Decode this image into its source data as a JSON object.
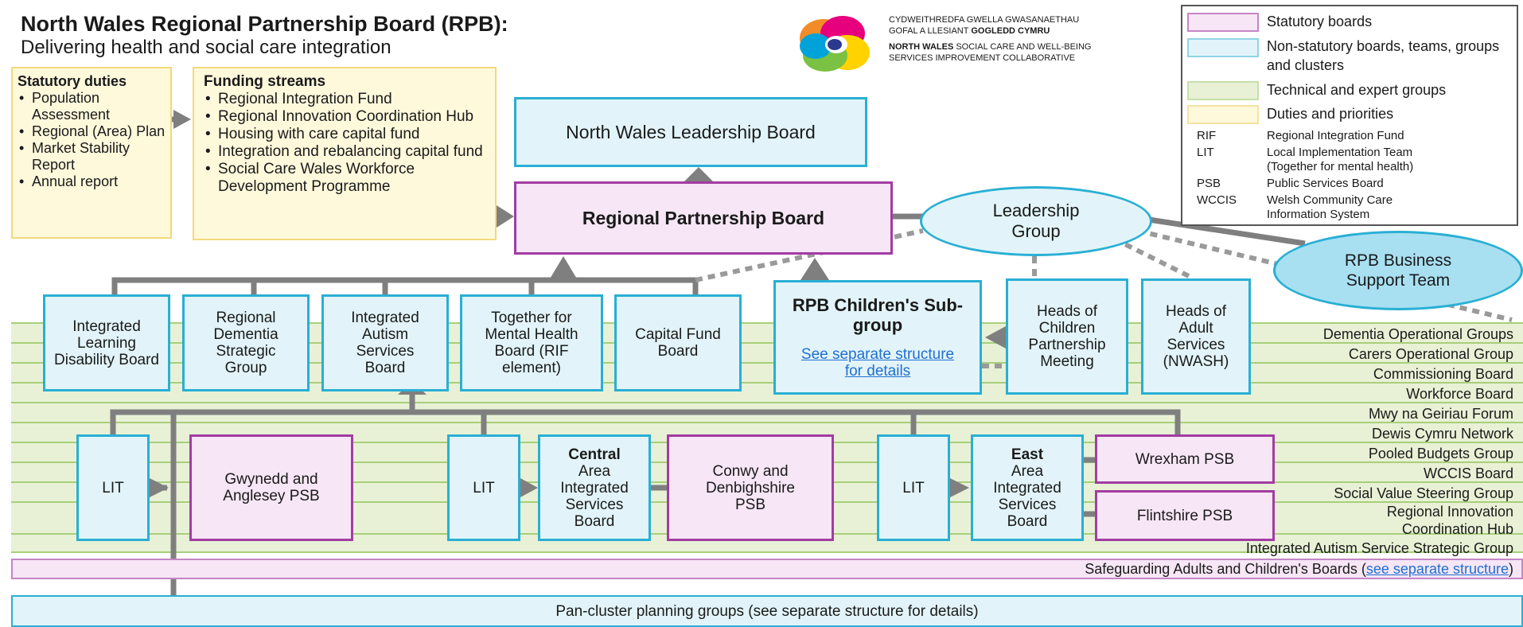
{
  "title": {
    "line1": "North Wales Regional Partnership Board (RPB):",
    "line2": "Delivering health and social care integration"
  },
  "logo": {
    "line1a": "CYDWEITHREDFA GWELLA GWASANAETHAU",
    "line1b": "GOFAL A LLESIANT",
    "line1c": "GOGLEDD CYMRU",
    "line2a": "NORTH WALES",
    "line2b": "SOCIAL CARE AND WELL-BEING",
    "line2c": "SERVICES IMPROVEMENT COLLABORATIVE"
  },
  "statutory_duties": {
    "heading": "Statutory duties",
    "items": [
      "Population Assessment",
      "Regional (Area) Plan",
      "Market Stability Report",
      "Annual report"
    ]
  },
  "funding_streams": {
    "heading": "Funding streams",
    "items": [
      "Regional Integration Fund",
      "Regional Innovation Coordination Hub",
      "Housing with care capital fund",
      "Integration and rebalancing capital fund",
      "Social Care Wales Workforce Development Programme"
    ]
  },
  "boards": {
    "leadership": "North Wales Leadership Board",
    "rpb": "Regional Partnership Board",
    "leadership_group": "Leadership Group",
    "business_support": "RPB Business Support Team",
    "children_subgroup_title": "RPB Children's Sub-group",
    "children_subgroup_link": "See separate structure for details",
    "heads_children": "Heads of Children Partnership Meeting",
    "heads_adult": "Heads of Adult Services (NWASH)",
    "ild": "Integrated Learning Disability Board",
    "dementia": "Regional Dementia Strategic Group",
    "autism": "Integrated Autism Services Board",
    "mental_health": "Together for Mental Health Board (RIF element)",
    "capital": "Capital Fund Board"
  },
  "areas": {
    "lit": "LIT",
    "gwynedd": "Gwynedd and Anglesey PSB",
    "central_bold": "Central",
    "central_rest": "Area Integrated Services Board",
    "conwy": "Conwy and Denbighshire PSB",
    "east_bold": "East",
    "east_rest": "Area Integrated Services Board",
    "wrexham": "Wrexham PSB",
    "flintshire": "Flintshire PSB"
  },
  "groups": [
    "Dementia Operational Groups",
    "Carers Operational Group",
    "Commissioning Board",
    "Workforce Board",
    "Mwy na Geiriau Forum",
    "Dewis Cymru Network",
    "Pooled Budgets Group",
    "WCCIS Board",
    "Social Value Steering Group",
    "Regional Innovation Coordination Hub",
    "Integrated Autism Service Strategic Group"
  ],
  "safeguarding": {
    "text": "Safeguarding Adults and Children's Boards (",
    "link": "see separate structure",
    "close": ")"
  },
  "pan_cluster": "Pan-cluster planning groups (see separate structure for details)",
  "legend": {
    "items": [
      {
        "label": "Statutory boards",
        "color": "#f6e6f6",
        "border": "#a23ca2"
      },
      {
        "label": "Non-statutory boards, teams, groups and clusters",
        "color": "#e2f4f9",
        "border": "#29afd4"
      },
      {
        "label": "Technical and expert groups",
        "color": "#e8f1d6",
        "border": "#a8cf7a"
      },
      {
        "label": "Duties and priorities",
        "color": "#fff9dc",
        "border": "#f3d97a"
      }
    ],
    "abbreviations": [
      {
        "abbr": "RIF",
        "meaning": "Regional Integration Fund"
      },
      {
        "abbr": "LIT",
        "meaning": "Local Implementation Team (Together for mental health)"
      },
      {
        "abbr": "PSB",
        "meaning": "Public Services Board"
      },
      {
        "abbr": "WCCIS",
        "meaning": "Welsh Community Care Information System"
      }
    ]
  }
}
